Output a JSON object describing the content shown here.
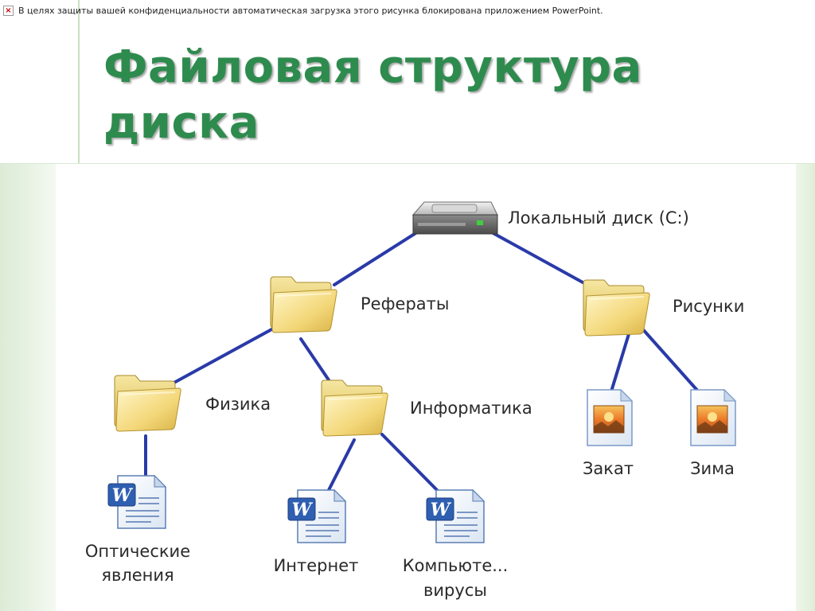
{
  "blocked_notice": "В целях защиты вашей конфиденциальности автоматическая загрузка этого рисунка блокирована приложением PowerPoint.",
  "title_line1": "Файловая структура",
  "title_line2": "диска",
  "colors": {
    "title": "#2e8b4e",
    "connector": "#2a3aa8"
  },
  "nodes": {
    "disk": {
      "label": "Локальный диск (C:)",
      "icon": "hard-drive-icon"
    },
    "referaty": {
      "label": "Рефераты",
      "icon": "folder-icon"
    },
    "risunki": {
      "label": "Рисунки",
      "icon": "folder-icon"
    },
    "fizika": {
      "label": "Физика",
      "icon": "folder-icon"
    },
    "informatika": {
      "label": "Информатика",
      "icon": "folder-icon"
    },
    "opticheskie": {
      "label_line1": "Оптические",
      "label_line2": "явления",
      "icon": "word-document-icon"
    },
    "internet": {
      "label": "Интернет",
      "icon": "word-document-icon"
    },
    "kompyute": {
      "label_line1": "Компьюте...",
      "label_line2": "вирусы",
      "icon": "word-document-icon"
    },
    "zakat": {
      "label": "Закат",
      "icon": "image-file-icon"
    },
    "zima": {
      "label": "Зима",
      "icon": "image-file-icon"
    }
  }
}
